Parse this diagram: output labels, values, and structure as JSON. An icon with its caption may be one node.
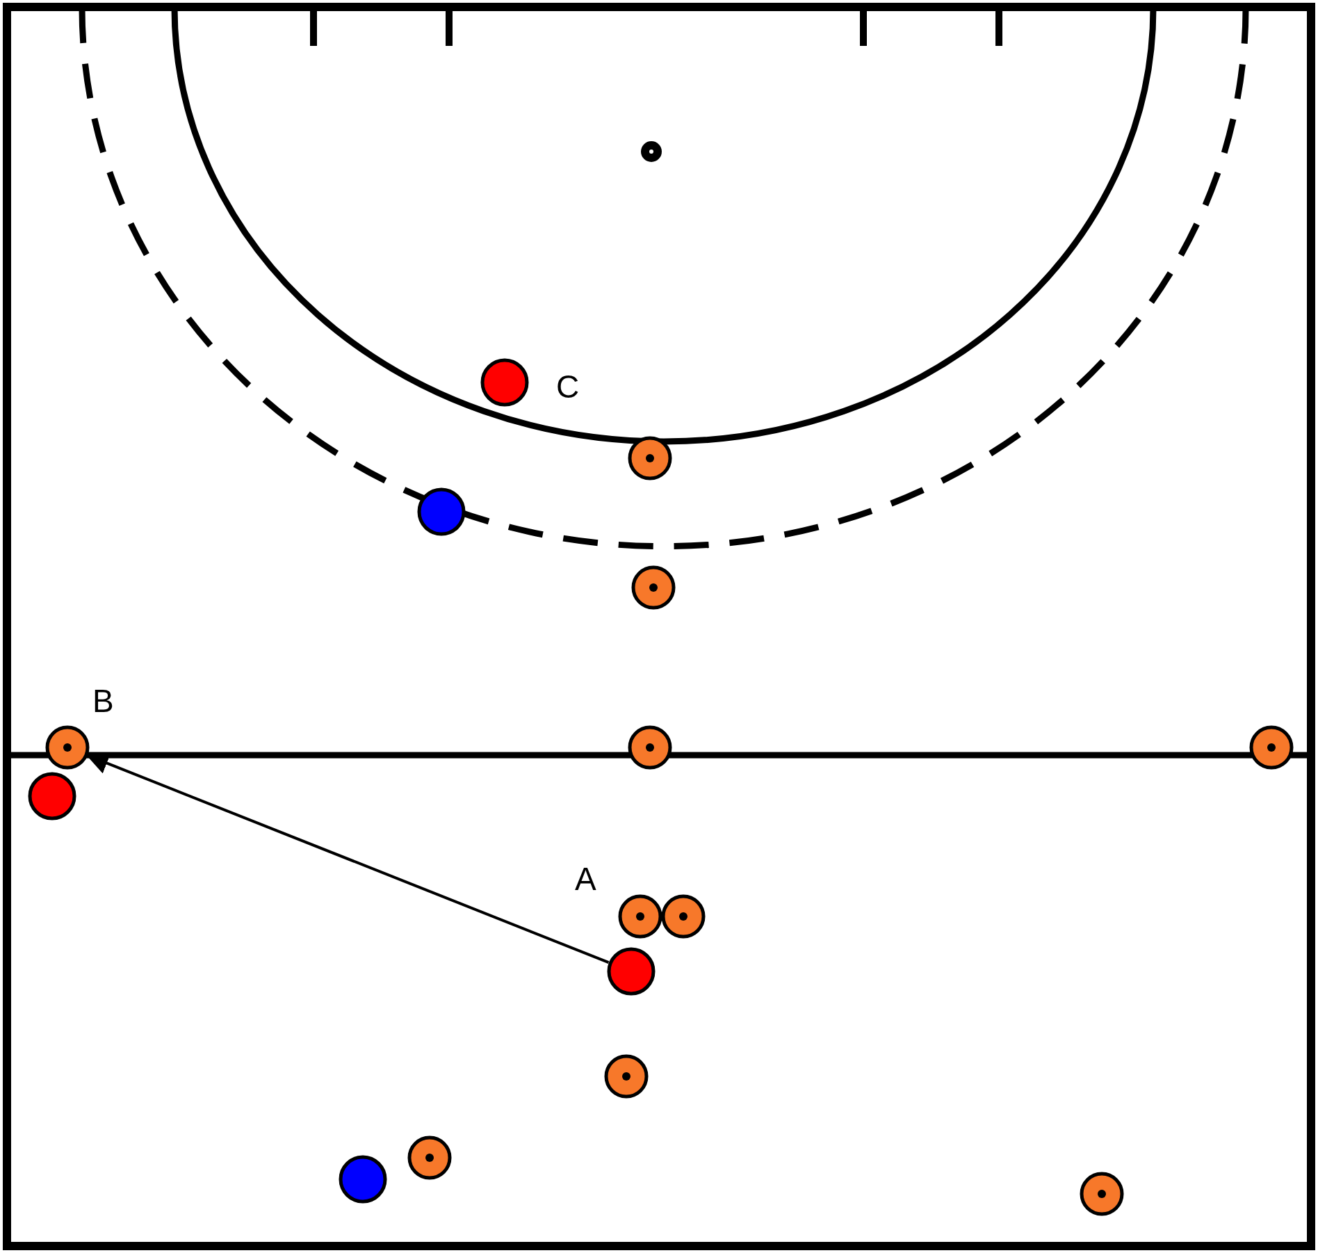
{
  "diagram": {
    "nodes": [
      {
        "text": [],
        "shape": "circle"
      },
      {
        "text": [],
        "shape": "circle"
      },
      {
        "text": [],
        "shape": "circle"
      },
      {
        "text": [],
        "shape": "circle"
      },
      {
        "text": [],
        "shape": "circle"
      },
      {
        "text": [],
        "shape": "circle"
      },
      {
        "text": [],
        "shape": "circle"
      },
      {
        "text": [],
        "shape": "circle"
      },
      {
        "text": [],
        "shape": "circle"
      },
      {
        "text": [],
        "shape": "circle"
      },
      {
        "text": [],
        "shape": "circle"
      },
      {
        "text": [],
        "shape": "circle"
      },
      {
        "text": [],
        "shape": "circle"
      },
      {
        "text": [],
        "shape": "circle"
      },
      {
        "text": [],
        "shape": "circle"
      }
    ],
    "edges": [
      {
        "from": 10,
        "to": 4,
        "arrow": "to"
      }
    ],
    "labels": [
      "C",
      "B",
      "A"
    ]
  }
}
